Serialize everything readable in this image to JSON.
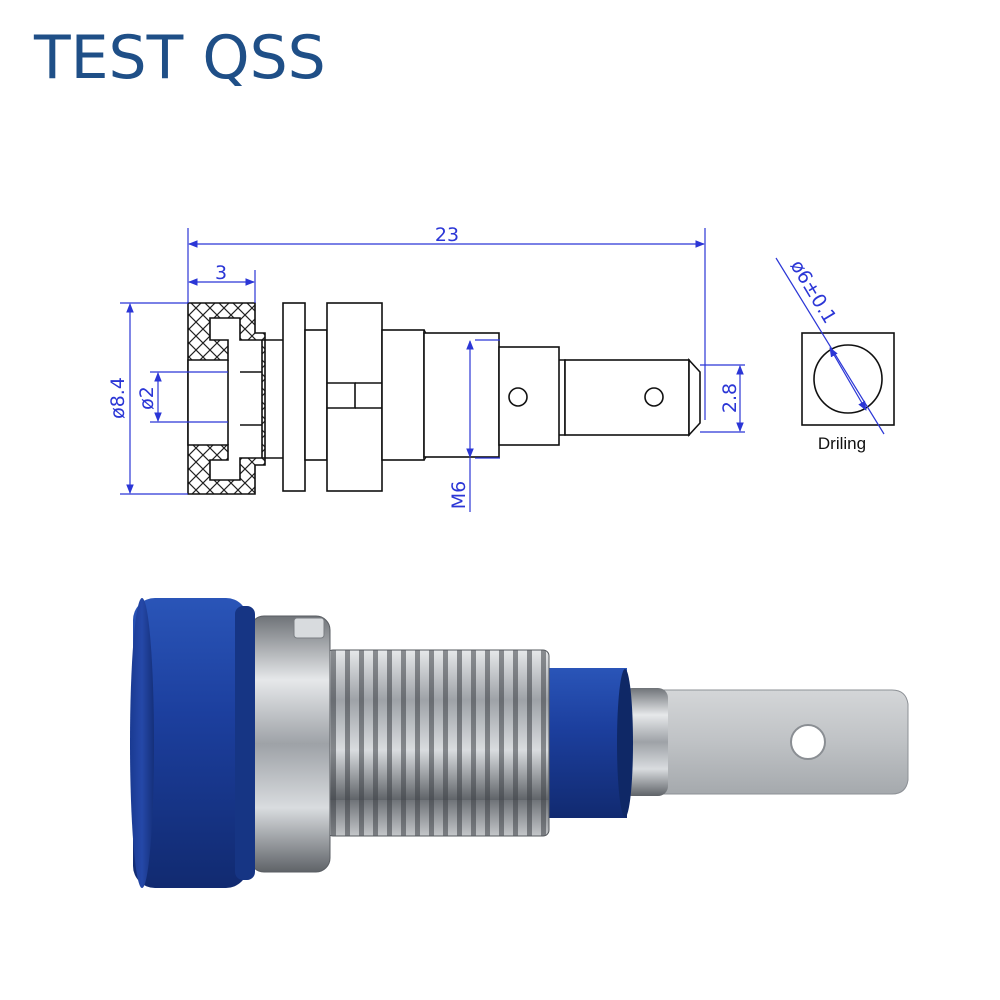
{
  "brand": {
    "name": "TEST QSS",
    "color": "#1f4f87"
  },
  "drawing": {
    "dimension_color": "#2b36d6",
    "dimensions": {
      "overall_length": "23",
      "head_thickness": "3",
      "outer_diameter": "ø8.4",
      "hole_diameter": "ø2",
      "thread": "M6",
      "tab_width": "2.8",
      "drill_diameter": "ø6±0.1"
    },
    "drill_label": "Driling"
  },
  "product": {
    "insulator_color": "#1c3f9e",
    "metal_color": "#b8bcc2"
  }
}
